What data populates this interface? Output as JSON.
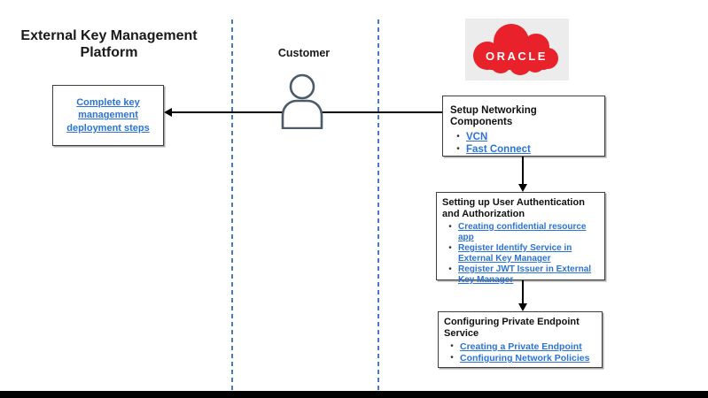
{
  "header": {
    "platform_title": "External Key Management Platform"
  },
  "lanes": {
    "customer_label": "Customer"
  },
  "oracle": {
    "logo_text": "ORACLE"
  },
  "left_box": {
    "link": "Complete key management deployment steps"
  },
  "flow_boxes": [
    {
      "title": "Setup Networking Components",
      "links": [
        "VCN",
        "Fast Connect"
      ]
    },
    {
      "title": "Setting up User Authentication and Authorization",
      "links": [
        "Creating confidential resource app",
        "Register Identify Service in External Key Manager",
        "Register JWT Issuer in External Key Manager"
      ]
    },
    {
      "title": "Configuring Private Endpoint Service",
      "links": [
        "Creating a Private Endpoint",
        "Configuring Network Policies"
      ]
    }
  ],
  "glyphs": {
    "bullet": "•"
  },
  "colors": {
    "link_blue": "#2b74d4",
    "oracle_red": "#e8212a",
    "lane_dash_blue": "#4878c8",
    "box_border": "#3f3f3f",
    "person_stroke": "#4d5a68",
    "logo_background": "#ececec",
    "footer_bar": "#000000"
  }
}
